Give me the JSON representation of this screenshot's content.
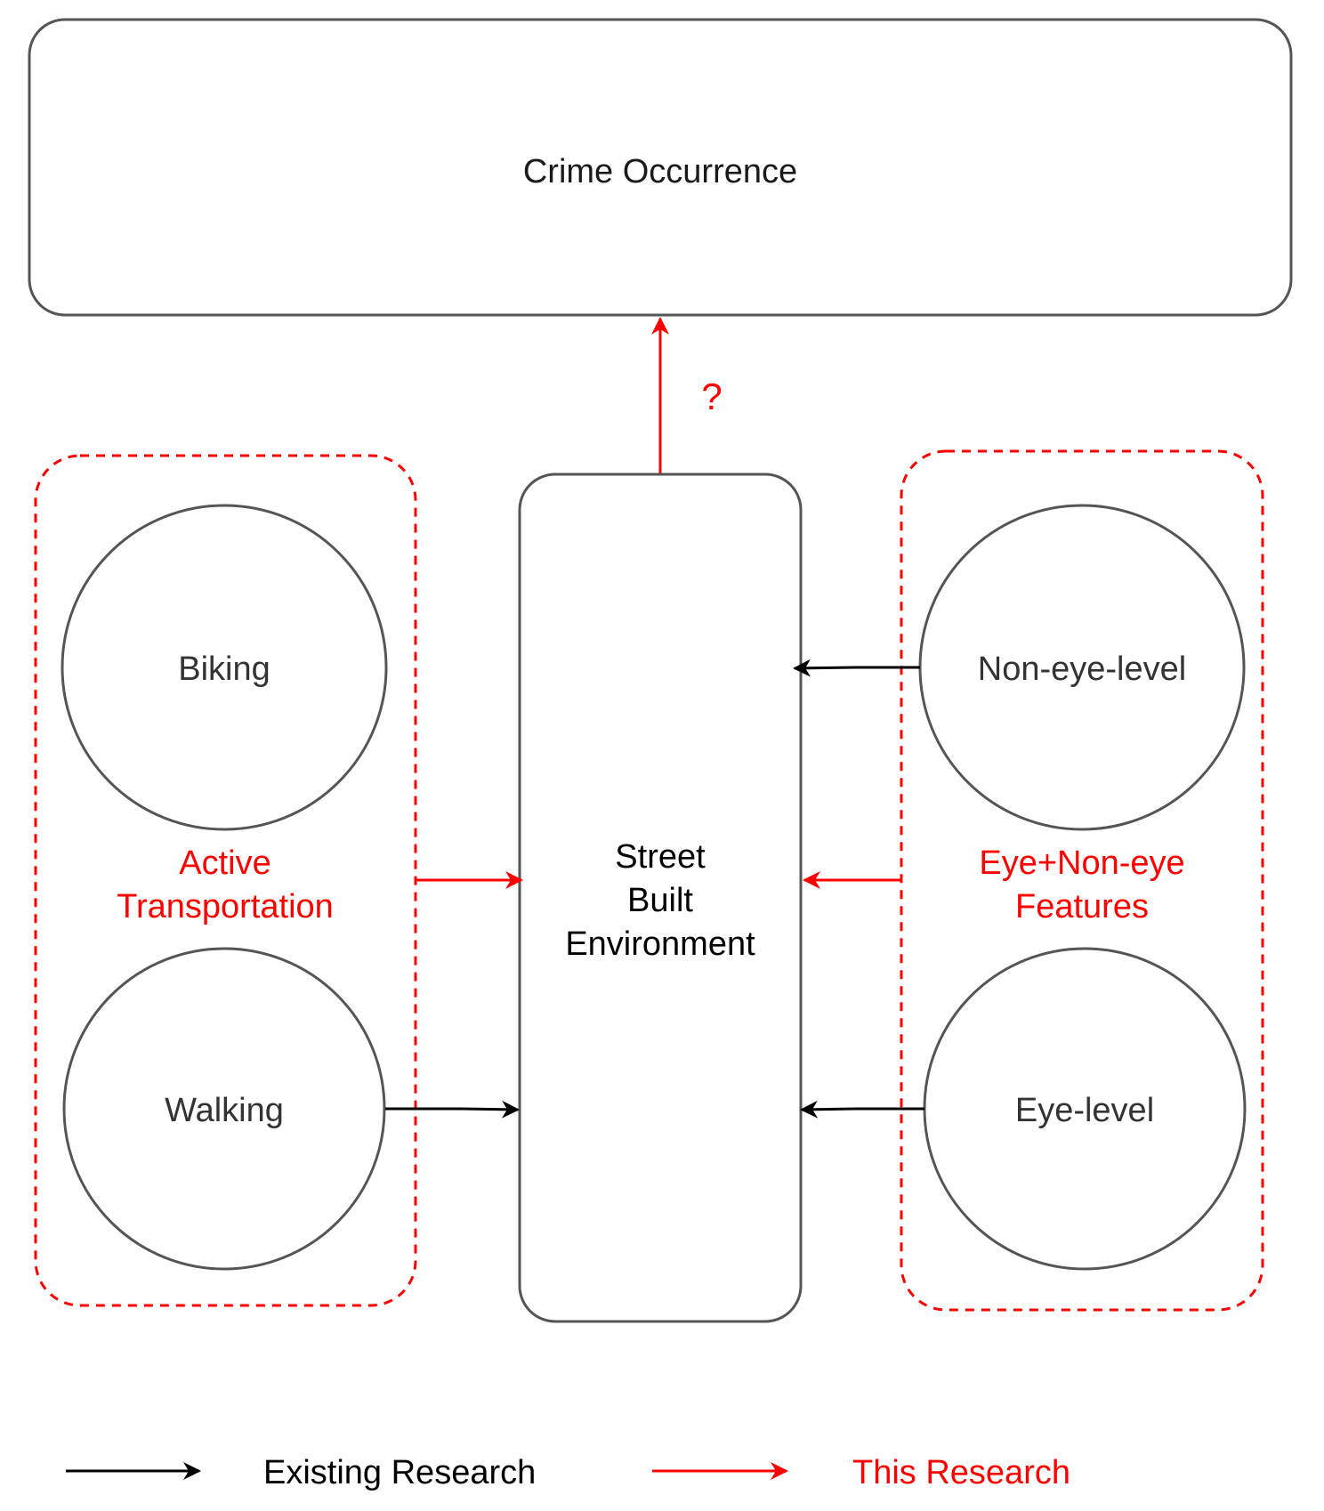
{
  "nodes": {
    "crime_occurrence": "Crime Occurrence",
    "street_built_environment": [
      "Street",
      "Built",
      "Environment"
    ],
    "biking": "Biking",
    "walking": "Walking",
    "non_eye_level": "Non-eye-level",
    "eye_level": "Eye-level"
  },
  "groups": {
    "active_transportation": [
      "Active",
      "Transportation"
    ],
    "eye_non_eye_features": [
      "Eye+Non-eye",
      "Features"
    ]
  },
  "question_mark": "?",
  "legend": {
    "existing": "Existing Research",
    "this": "This Research"
  },
  "colors": {
    "existing": "#000000",
    "this": "#ff0000",
    "node_stroke": "#555555",
    "text": "#1a1a1a"
  }
}
